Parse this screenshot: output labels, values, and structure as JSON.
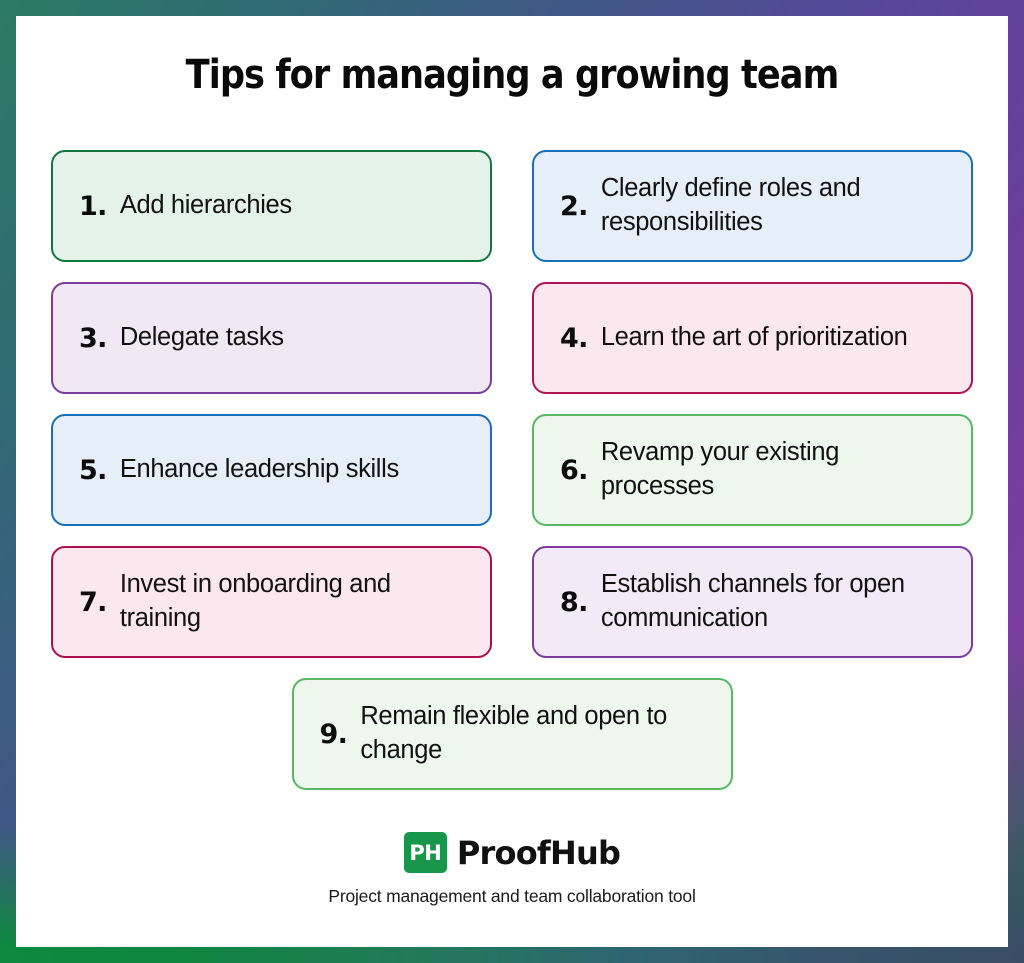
{
  "title": "Tips for managing a growing team",
  "tips": [
    {
      "num": "1.",
      "text": "Add hierarchies",
      "theme": "c-green",
      "numAlign": "center"
    },
    {
      "num": "2.",
      "text": "Clearly define roles and responsibilities",
      "theme": "c-blue",
      "numAlign": "center"
    },
    {
      "num": "3.",
      "text": "Delegate tasks",
      "theme": "c-purple",
      "numAlign": "center"
    },
    {
      "num": "4.",
      "text": "Learn the art of prioritization",
      "theme": "c-pink",
      "numAlign": "center"
    },
    {
      "num": "5.",
      "text": "Enhance leadership skills",
      "theme": "c-blue",
      "numAlign": "center"
    },
    {
      "num": "6.",
      "text": "Revamp your existing processes",
      "theme": "c-greenlight",
      "numAlign": "center"
    },
    {
      "num": "7.",
      "text": "Invest in onboarding and training",
      "theme": "c-crimson",
      "numAlign": "center"
    },
    {
      "num": "8.",
      "text": "Establish channels for open communication",
      "theme": "c-purplel",
      "numAlign": "center"
    },
    {
      "num": "9.",
      "text": "Remain flexible and open to change",
      "theme": "c-greenlight",
      "numAlign": "center"
    }
  ],
  "footer": {
    "logo_mark": "PH",
    "logo_word": "ProofHub",
    "tagline": "Project management and team collaboration tool"
  },
  "colors": {
    "frame_gradient_start": "#2c7a64",
    "frame_gradient_mid": "#57479a",
    "frame_gradient_end": "#7a3d9f",
    "frame_bottom_green": "#0d8a3d",
    "frame_bottom_slate": "#3a4d68",
    "logo_green": "#18964a",
    "card_background": "#ffffff",
    "title_color": "#0a0a0a"
  }
}
